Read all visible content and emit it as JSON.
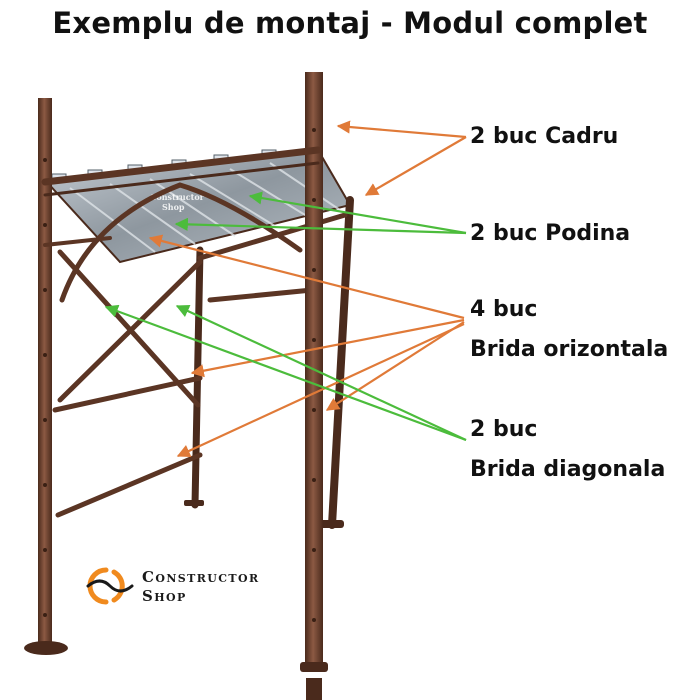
{
  "title": "Exemplu de montaj - Modul complet",
  "labels": {
    "cadru": "2 buc Cadru",
    "podina": "2 buc Podina",
    "brida_orizontala_qty": "4 buc",
    "brida_orizontala_name": "Brida orizontala",
    "brida_diagonala_qty": "2 buc",
    "brida_diagonala_name": "Brida diagonala"
  },
  "watermark": {
    "line1": "Constructor",
    "line2": "Shop"
  },
  "logo": {
    "line1": "Constructor",
    "line2": "Shop"
  },
  "colors": {
    "frame": "#6b3f2c",
    "frame_dark": "#4a2a1c",
    "frame_light": "#8c5a43",
    "deck": "#a9b2bb",
    "arrow_orange": "#e07a38",
    "arrow_green": "#4cbc3c",
    "logo_orange": "#f08a1e"
  },
  "icons": [
    "constructor-shop-logo-icon"
  ]
}
